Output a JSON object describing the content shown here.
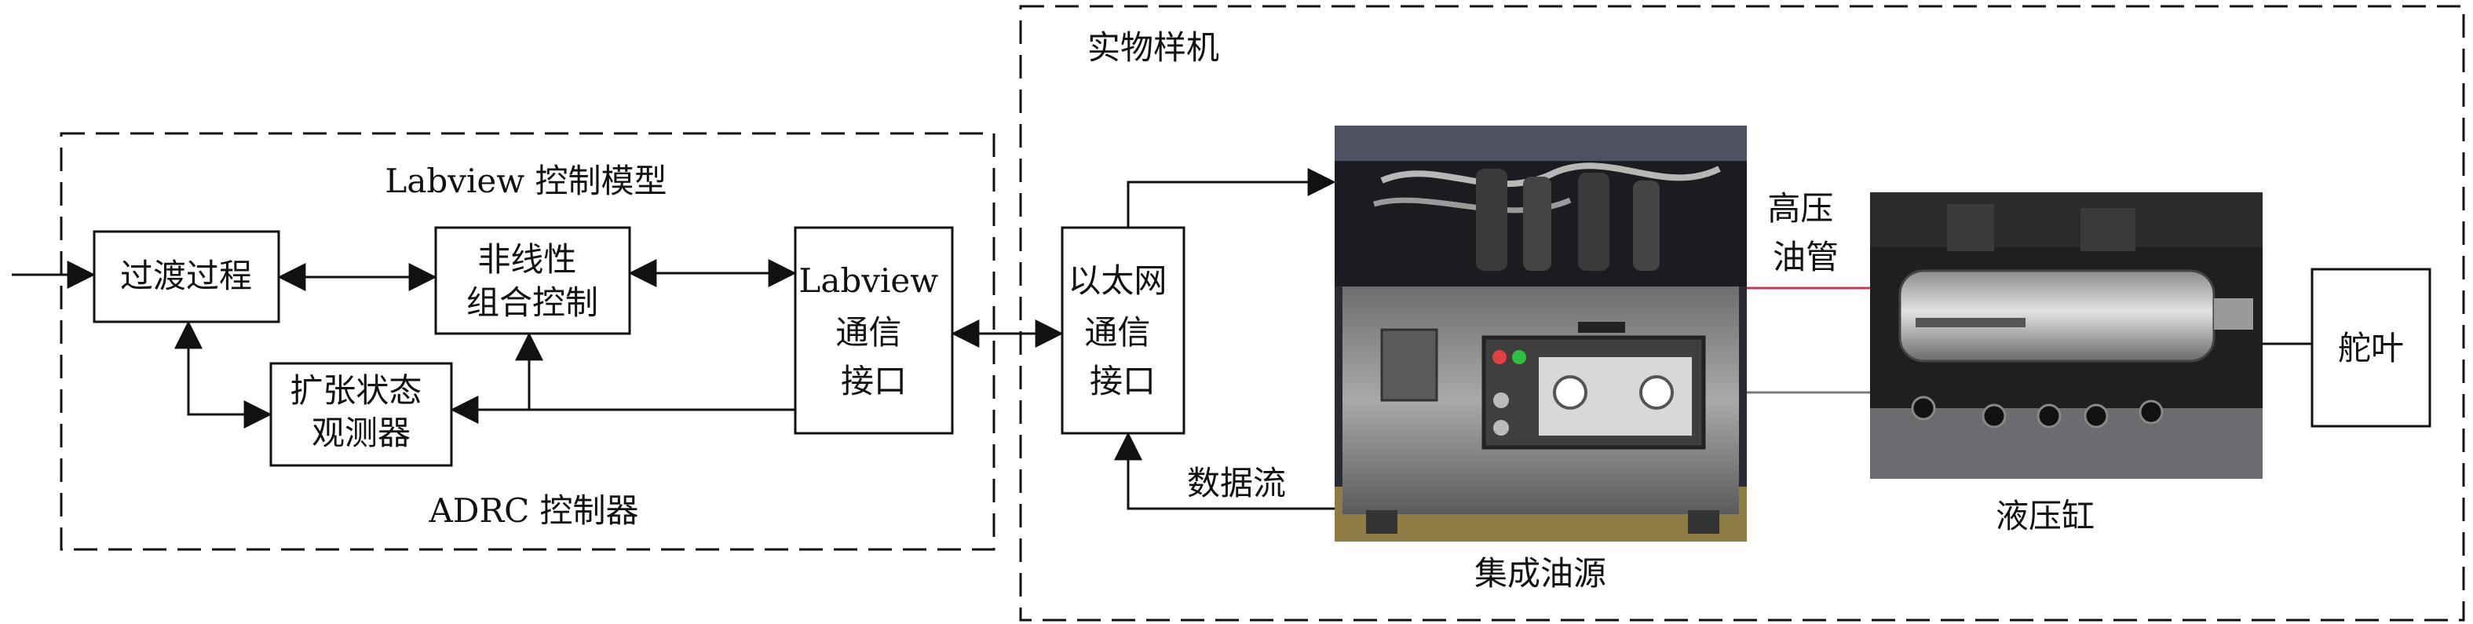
{
  "regions": {
    "prototype_title": "实物样机",
    "labview_model_title": "Labview 控制模型",
    "adrc_title": "ADRC 控制器"
  },
  "blocks": {
    "transition": "过渡过程",
    "nonlinear": [
      "非线性",
      "组合控制"
    ],
    "eso": [
      "扩张状态",
      "观测器"
    ],
    "labview_comm": [
      "Labview",
      "通信",
      "接口"
    ],
    "ethernet": [
      "以太网",
      "通信",
      "接口"
    ],
    "rudder": "舵叶"
  },
  "labels": {
    "data_flow": "数据流",
    "high_pressure_pipe": [
      "高压",
      "油管"
    ],
    "hydraulic_cylinder": "液压缸",
    "oil_source": "集成油源"
  },
  "colors": {
    "line": "#111111",
    "pipe_upper": "#c0395a",
    "pipe_lower": "#7a7a7a"
  }
}
